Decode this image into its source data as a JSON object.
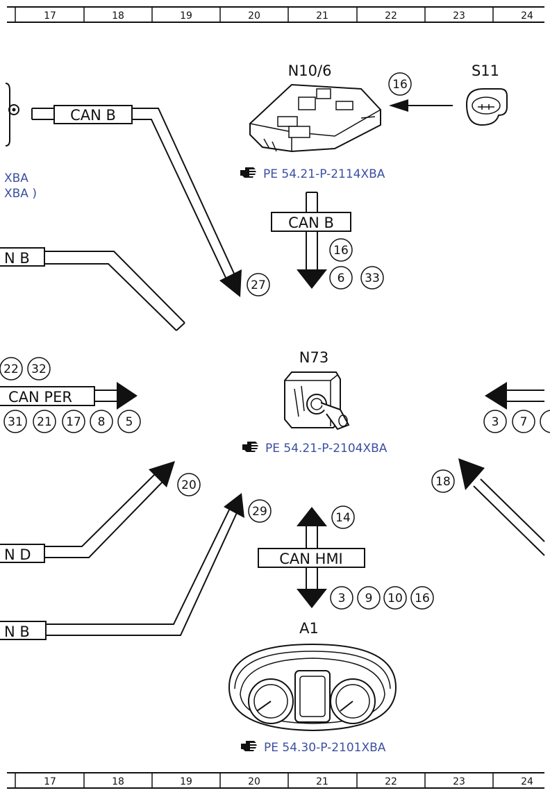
{
  "ruler": [
    "17",
    "18",
    "19",
    "20",
    "21",
    "22",
    "23",
    "24"
  ],
  "components": {
    "n10_6": "N10/6",
    "s11": "S11",
    "n73": "N73",
    "a1": "A1"
  },
  "refs": {
    "n10_6": "PE 54.21-P-2114XBA",
    "n73": "PE 54.21-P-2104XBA",
    "a1": "PE 54.30-P-2101XBA",
    "left_1": "XBA",
    "left_2": "XBA )"
  },
  "buses": {
    "can_b_top_left": "CAN B",
    "can_b_center": "CAN B",
    "can_b_left_mid": "N B",
    "can_per": "CAN PER",
    "can_d_left": "N D",
    "can_b_left_bottom": "N B",
    "can_hmi": "CAN HMI"
  },
  "circles": {
    "s11_arrow": [
      "16"
    ],
    "center_right": [
      "16"
    ],
    "center_below": [
      "6",
      "33"
    ],
    "top_left_arrow": [
      "27"
    ],
    "left_top": [
      "22",
      "32"
    ],
    "left_bottom": [
      "31",
      "21",
      "17",
      "8",
      "5"
    ],
    "right_side": [
      "3",
      "7",
      ""
    ],
    "arrow_20": [
      "20"
    ],
    "arrow_29": [
      "29"
    ],
    "arrow_18": [
      "18"
    ],
    "hmi_up": [
      "14"
    ],
    "hmi_down": [
      "3",
      "9",
      "10",
      "16"
    ]
  },
  "icons": {
    "pointer": "pointing-hand-icon"
  }
}
